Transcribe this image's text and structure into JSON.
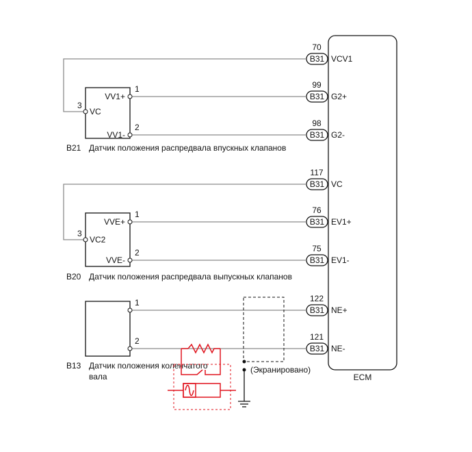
{
  "ecm": {
    "label": "ECM",
    "connector": "B31"
  },
  "pins": [
    {
      "num": "70",
      "name": "VCV1"
    },
    {
      "num": "99",
      "name": "G2+"
    },
    {
      "num": "98",
      "name": "G2-"
    },
    {
      "num": "117",
      "name": "VC"
    },
    {
      "num": "76",
      "name": "EV1+"
    },
    {
      "num": "75",
      "name": "EV1-"
    },
    {
      "num": "122",
      "name": "NE+"
    },
    {
      "num": "121",
      "name": "NE-"
    }
  ],
  "sensors": [
    {
      "id": "B21",
      "title": "Датчик положения распредвала впускных клапанов",
      "pins": [
        {
          "num": "1",
          "name": "VV1+"
        },
        {
          "num": "2",
          "name": "VV1-"
        },
        {
          "num": "3",
          "name": "VC"
        }
      ]
    },
    {
      "id": "B20",
      "title": "Датчик положения распредвала выпускных клапанов",
      "pins": [
        {
          "num": "1",
          "name": "VVE+"
        },
        {
          "num": "2",
          "name": "VVE-"
        },
        {
          "num": "3",
          "name": "VC2"
        }
      ]
    },
    {
      "id": "B13",
      "title": "Датчик положения коленчатого",
      "title2": "вала",
      "pins": [
        {
          "num": "1",
          "name": ""
        },
        {
          "num": "2",
          "name": ""
        }
      ]
    }
  ],
  "shield_label": "(Экранировано)",
  "colors": {
    "wire": "#8a8a8a",
    "highlight": "#e0141e"
  }
}
